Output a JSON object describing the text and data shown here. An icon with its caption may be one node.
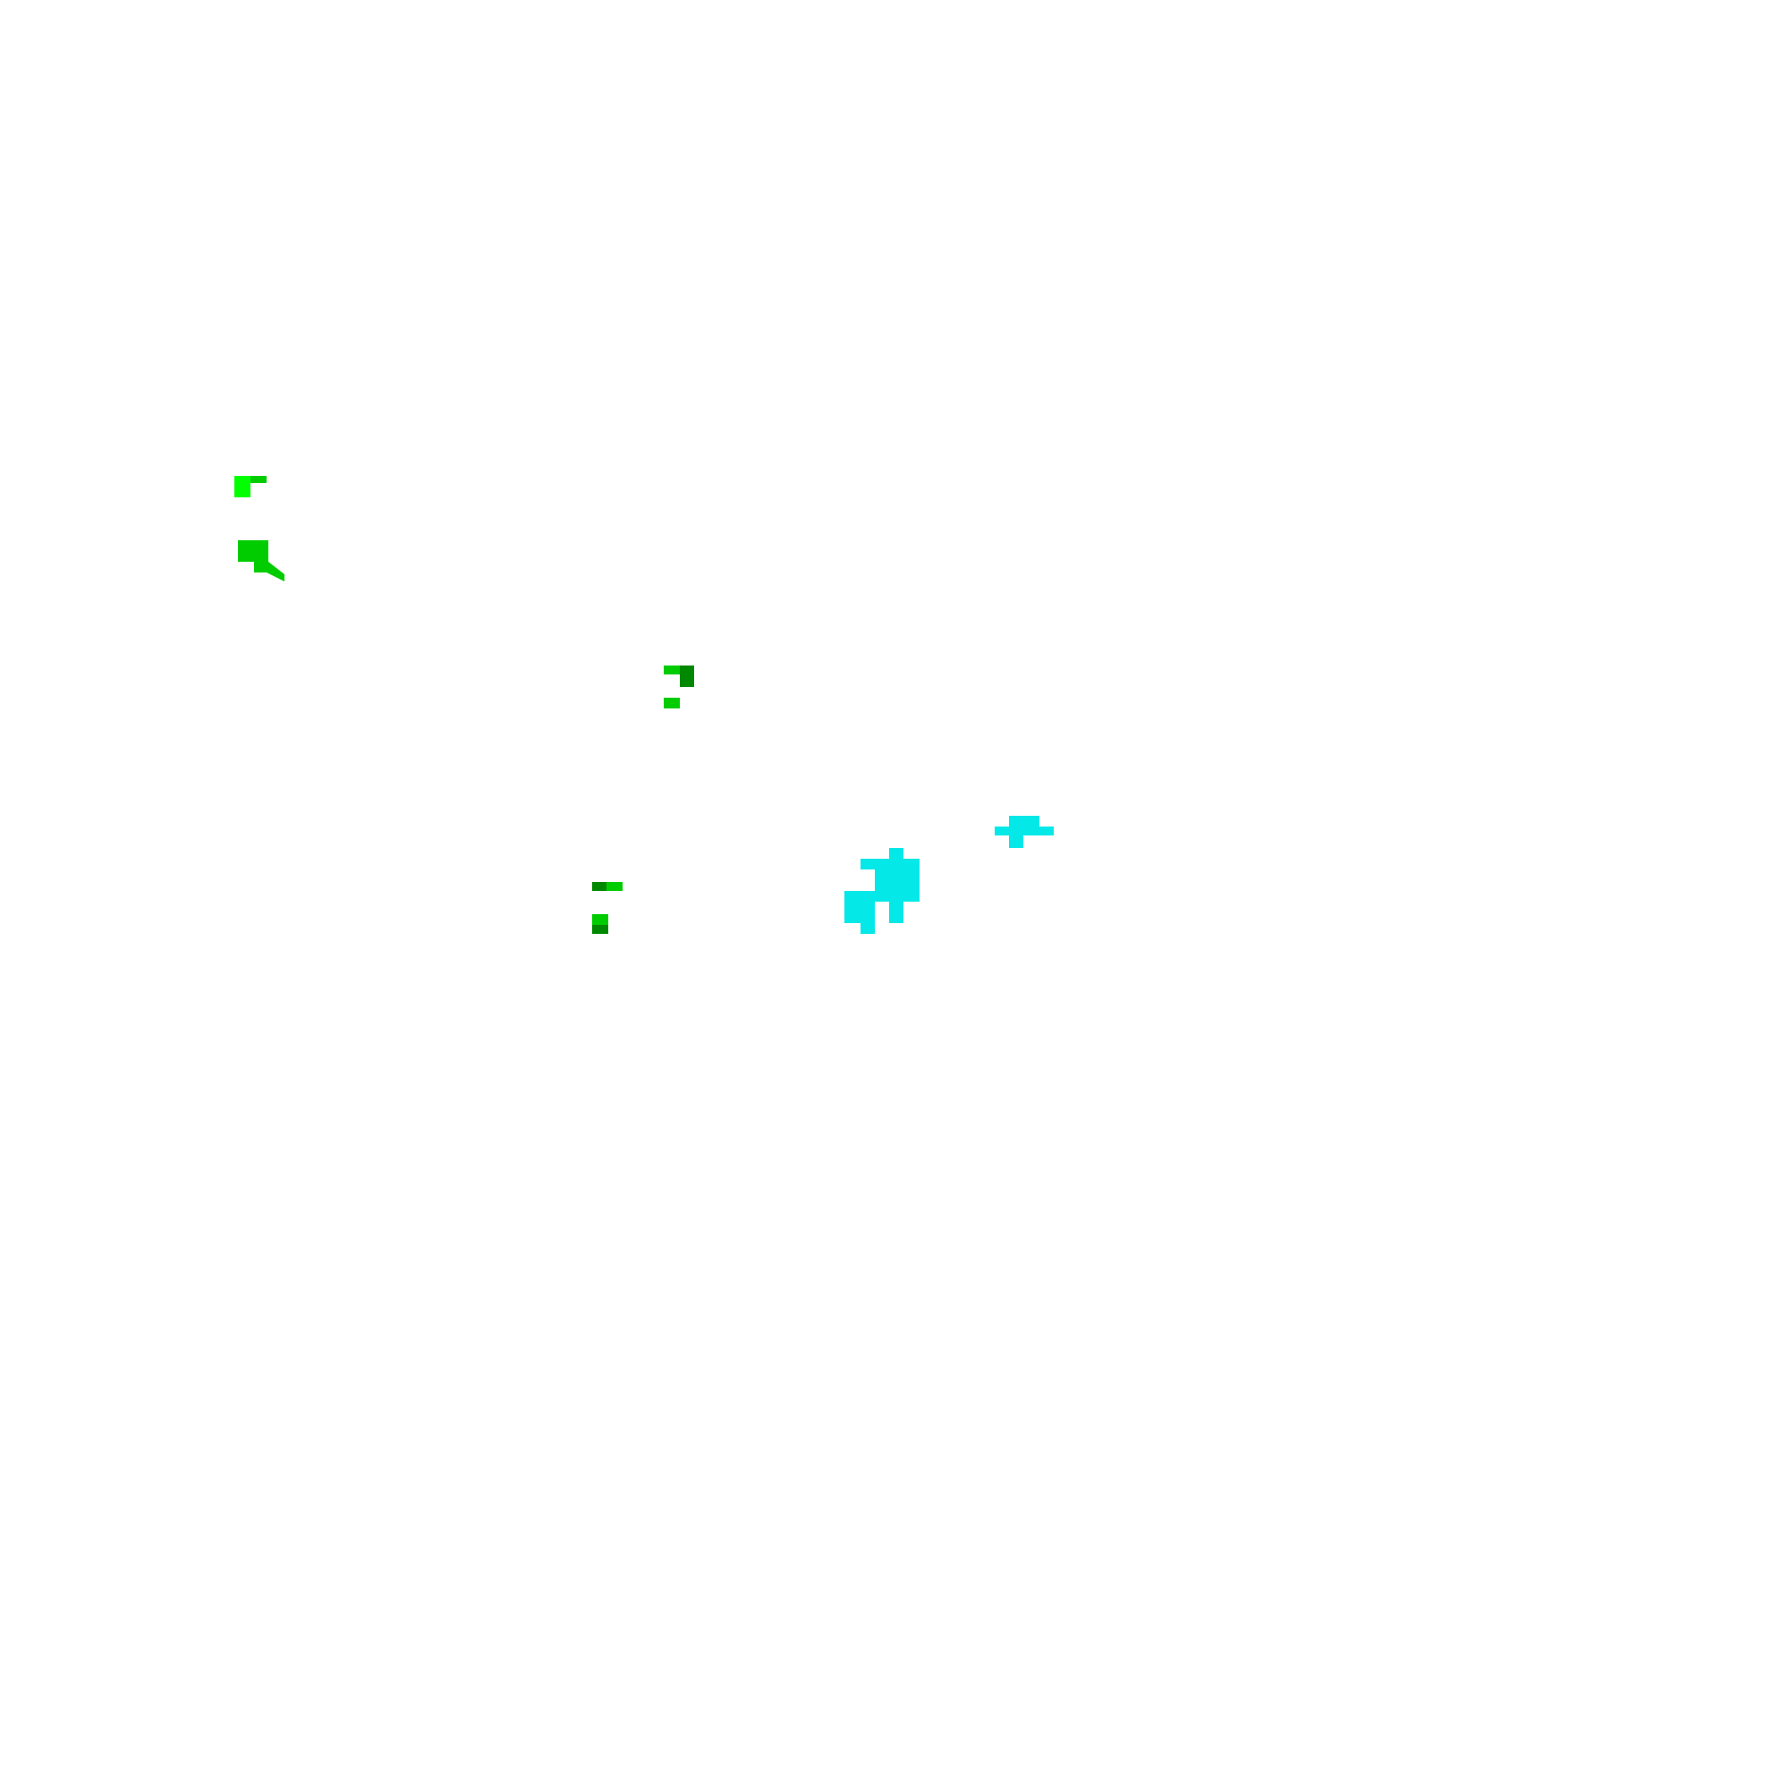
{
  "diagram": {
    "nodes": [
      {
        "text": [],
        "shape": "blob"
      },
      {
        "text": [],
        "shape": "blob"
      },
      {
        "text": [],
        "shape": "blob"
      },
      {
        "text": [],
        "shape": "blob"
      },
      {
        "text": [],
        "shape": "blob"
      },
      {
        "text": [],
        "shape": "blob"
      }
    ]
  }
}
